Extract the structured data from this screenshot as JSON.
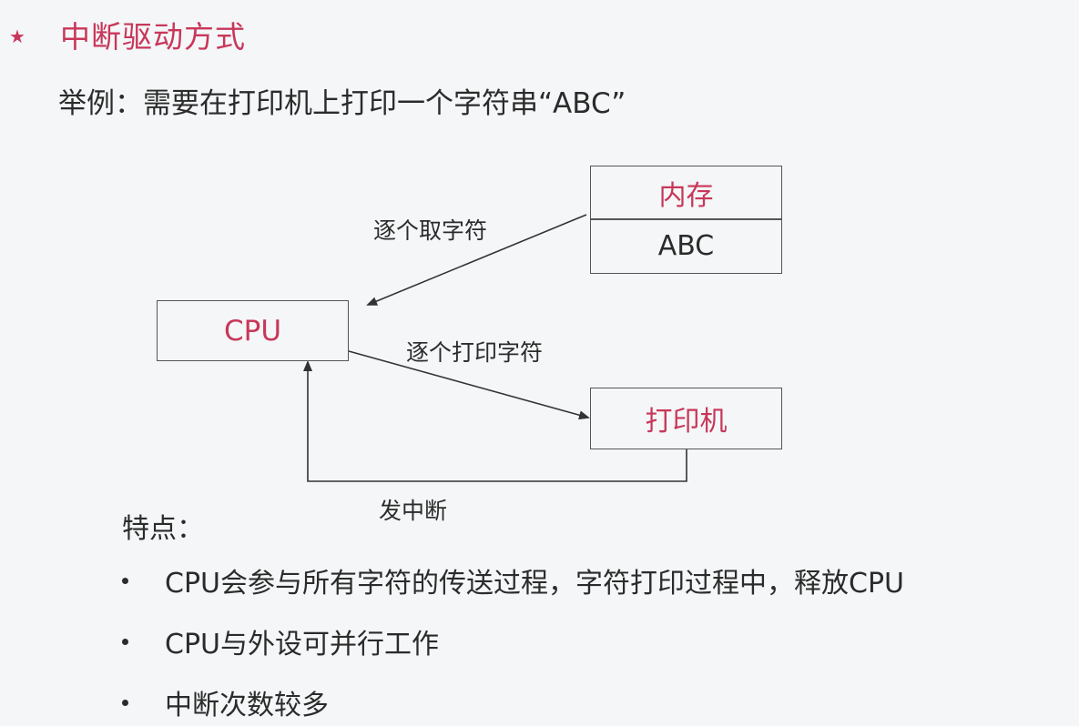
{
  "slide": {
    "star": "★",
    "title": "中断驱动方式",
    "example": "举例：需要在打印机上打印一个字符串“ABC”"
  },
  "diagram": {
    "memory_label": "内存",
    "memory_content": "ABC",
    "cpu_label": "CPU",
    "printer_label": "打印机",
    "fetch_label": "逐个取字符",
    "print_label": "逐个打印字符",
    "interrupt_label": "发中断"
  },
  "features": {
    "title": "特点：",
    "items": [
      "CPU会参与所有字符的传送过程，字符打印过程中，释放CPU",
      "CPU与外设可并行工作",
      "中断次数较多"
    ]
  },
  "colors": {
    "accent": "#c8375a",
    "text": "#2b2b2b",
    "background": "#f4f6f7"
  }
}
